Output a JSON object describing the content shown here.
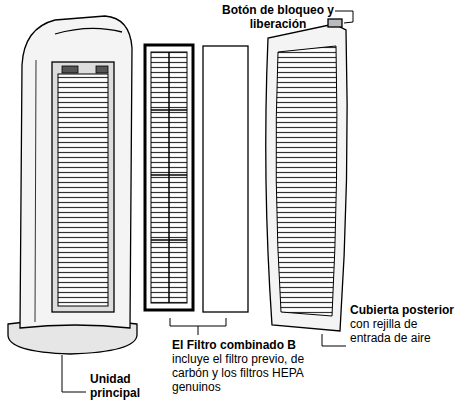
{
  "diagram": {
    "labels": [
      "Botón de bloqueo y liberación",
      "Cubierta posterior",
      "con rejilla de entrada de aire",
      "El Filtro combinado B",
      "incluye el filtro previo, de carbón y los filtros HEPA genuinos",
      "Unidad principal"
    ]
  }
}
